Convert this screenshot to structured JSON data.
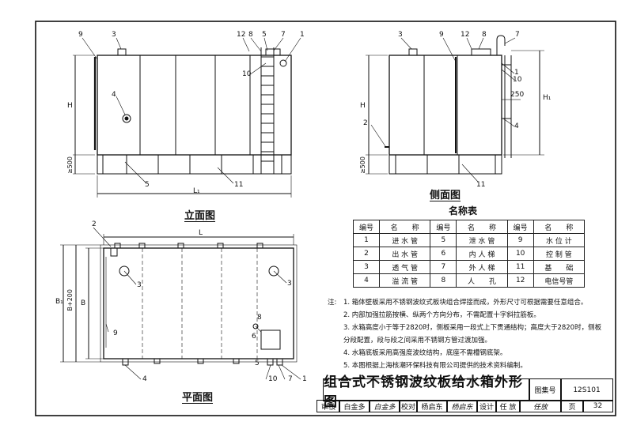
{
  "views": {
    "elevation": {
      "title": "立面图",
      "dims": {
        "H": "H",
        "L1": "L₁",
        "min500": "≥500"
      }
    },
    "side": {
      "title": "侧面图",
      "dims": {
        "H": "H",
        "H1": "H₁",
        "min500": "≥500",
        "d250": "250"
      }
    },
    "plan": {
      "title": "平面图",
      "dims": {
        "L": "L",
        "B": "B",
        "B1": "B₁",
        "B200": "B+200"
      }
    }
  },
  "callouts": {
    "elevation": [
      "9",
      "3",
      "12",
      "8",
      "5",
      "7",
      "1",
      "10",
      "4",
      "5",
      "11"
    ],
    "side": [
      "3",
      "9",
      "12",
      "8",
      "7",
      "1",
      "10",
      "2",
      "4",
      "11"
    ],
    "plan": [
      "2",
      "3",
      "3",
      "9",
      "8",
      "6",
      "4",
      "10",
      "5",
      "7",
      "1"
    ]
  },
  "name_table": {
    "title": "名称表",
    "headers": [
      "编号",
      "名　　称",
      "编号",
      "名　　称",
      "编号",
      "名　　称"
    ],
    "rows": [
      [
        "1",
        "进 水 管",
        "5",
        "泄 水 管",
        "9",
        "水 位 计"
      ],
      [
        "2",
        "出 水 管",
        "6",
        "内 人 梯",
        "10",
        "控 制 管"
      ],
      [
        "3",
        "透 气 管",
        "7",
        "外 人 梯",
        "11",
        "基　　础"
      ],
      [
        "4",
        "溢 流 管",
        "8",
        "人　　孔",
        "12",
        "电信号管"
      ]
    ]
  },
  "notes": {
    "prefix": "注:",
    "items": [
      "1. 箱体壁板采用不锈钢波纹式板块组合焊接而成，外形尺寸可根据需要任意组合。",
      "2. 内部加强拉筋按横、纵两个方向分布，不需配置十字斜拉筋板。",
      "3. 水箱高度小于等于2820时，侧板采用一段式上下贯通结构；高度大于2820时，侧板",
      "   分段配置，段与段之间采用不锈钢方管过渡加强。",
      "4. 水箱底板采用高强度波纹结构，底座不需槽钢底架。",
      "5. 本图根据上海核潮环保科技有限公司提供的技术资料编制。"
    ]
  },
  "title_block": {
    "title": "组合式不锈钢波纹板给水箱外形图",
    "atlas_label": "图集号",
    "atlas_no": "12S101",
    "review_label": "审核",
    "reviewer": "白金多",
    "review_sign": "白金多",
    "check_label": "校对",
    "checker": "杨启东",
    "check_sign": "杨启东",
    "design_label": "设计",
    "designer": "任 放",
    "design_sign": "任放",
    "page_label": "页",
    "page_no": "32"
  }
}
